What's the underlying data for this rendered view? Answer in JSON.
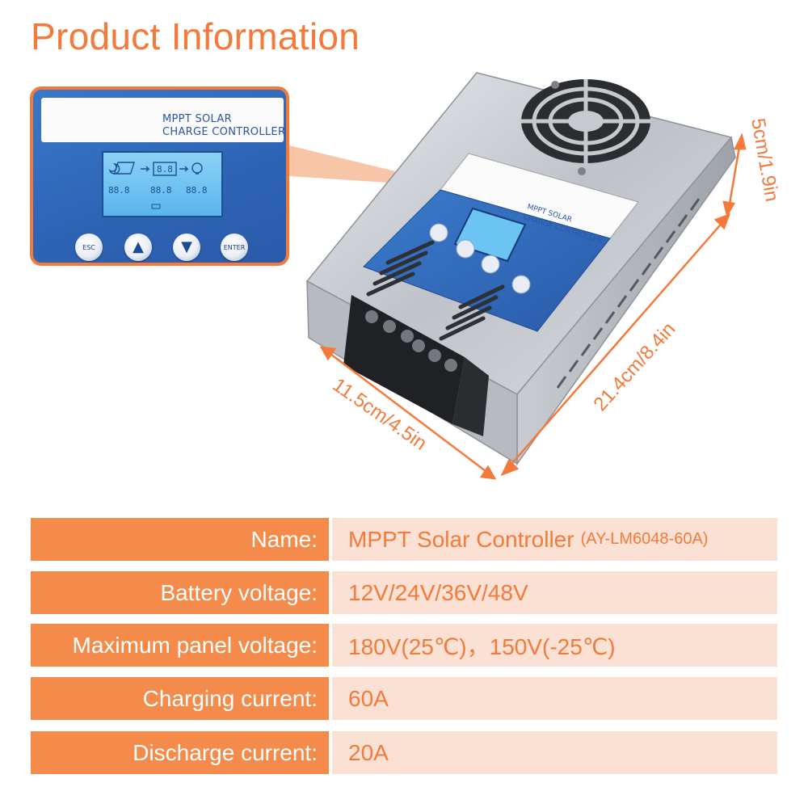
{
  "title": "Product Information",
  "zoom_panel": {
    "label_line1": "MPPT SOLAR",
    "label_line2": "CHARGE CONTROLLER",
    "buttons": [
      "ESC",
      "▲",
      "▼",
      "ENTER"
    ]
  },
  "device": {
    "label_line1": "MPPT SOLAR",
    "label_line2": "CHARGE CONTROLLER"
  },
  "dimensions": {
    "height": "5cm/1.9in",
    "length": "21.4cm/8.4in",
    "width": "11.5cm/4.5in"
  },
  "specs": [
    {
      "label": "Name:",
      "value": "MPPT Solar Controller",
      "note": "(AY-LM6048-60A)"
    },
    {
      "label": "Battery voltage:",
      "value": "12V/24V/36V/48V"
    },
    {
      "label": "Maximum panel voltage:",
      "value": "180V(25℃)，150V(-25℃)"
    },
    {
      "label": "Charging current:",
      "value": "60A"
    },
    {
      "label": "Discharge current:",
      "value": "20A"
    }
  ],
  "colors": {
    "accent": "#F47A3B",
    "label_bg": "#F58B4B",
    "value_bg": "#FBE1D3",
    "panel_blue": "#2E63B4"
  }
}
